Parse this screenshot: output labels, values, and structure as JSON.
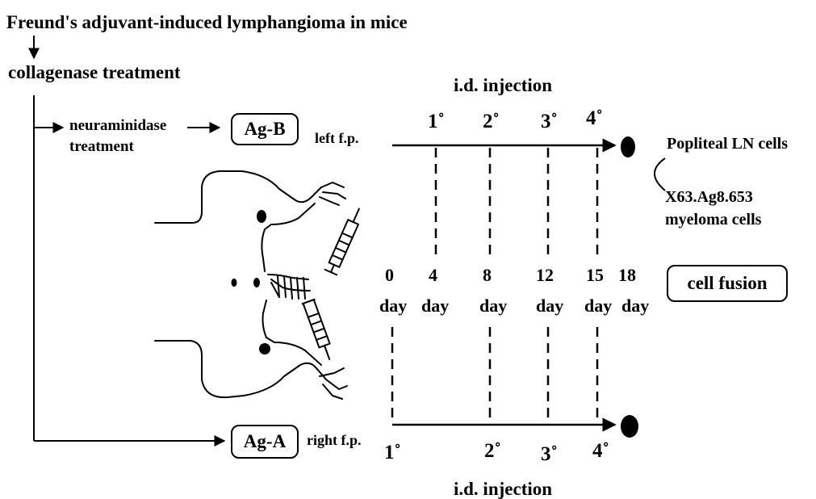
{
  "header": {
    "title": "Freund's adjuvant-induced lymphangioma in mice",
    "step2": "collagenase treatment"
  },
  "branch_b": {
    "treatment_line1": "neuraminidase",
    "treatment_line2": "treatment",
    "antigen": "Ag-B",
    "site": "left f.p."
  },
  "branch_a": {
    "antigen": "Ag-A",
    "site": "right f.p."
  },
  "timeline": {
    "injection_label_top": "i.d. injection",
    "injection_label_bottom": "i.d. injection",
    "top_injections": [
      "1˚",
      "2˚",
      "3˚",
      "4˚"
    ],
    "bottom_injections": [
      "1˚",
      "2˚",
      "3˚",
      "4˚"
    ],
    "days": [
      "0",
      "4",
      "8",
      "12",
      "15",
      "18"
    ],
    "day_unit": "day"
  },
  "outcome": {
    "cells_line1": "Popliteal LN cells",
    "myeloma_line1": "X63.Ag8.653",
    "myeloma_line2": "myeloma cells",
    "fusion": "cell fusion"
  },
  "colors": {
    "ink": "#000000",
    "background": "#ffffff"
  }
}
